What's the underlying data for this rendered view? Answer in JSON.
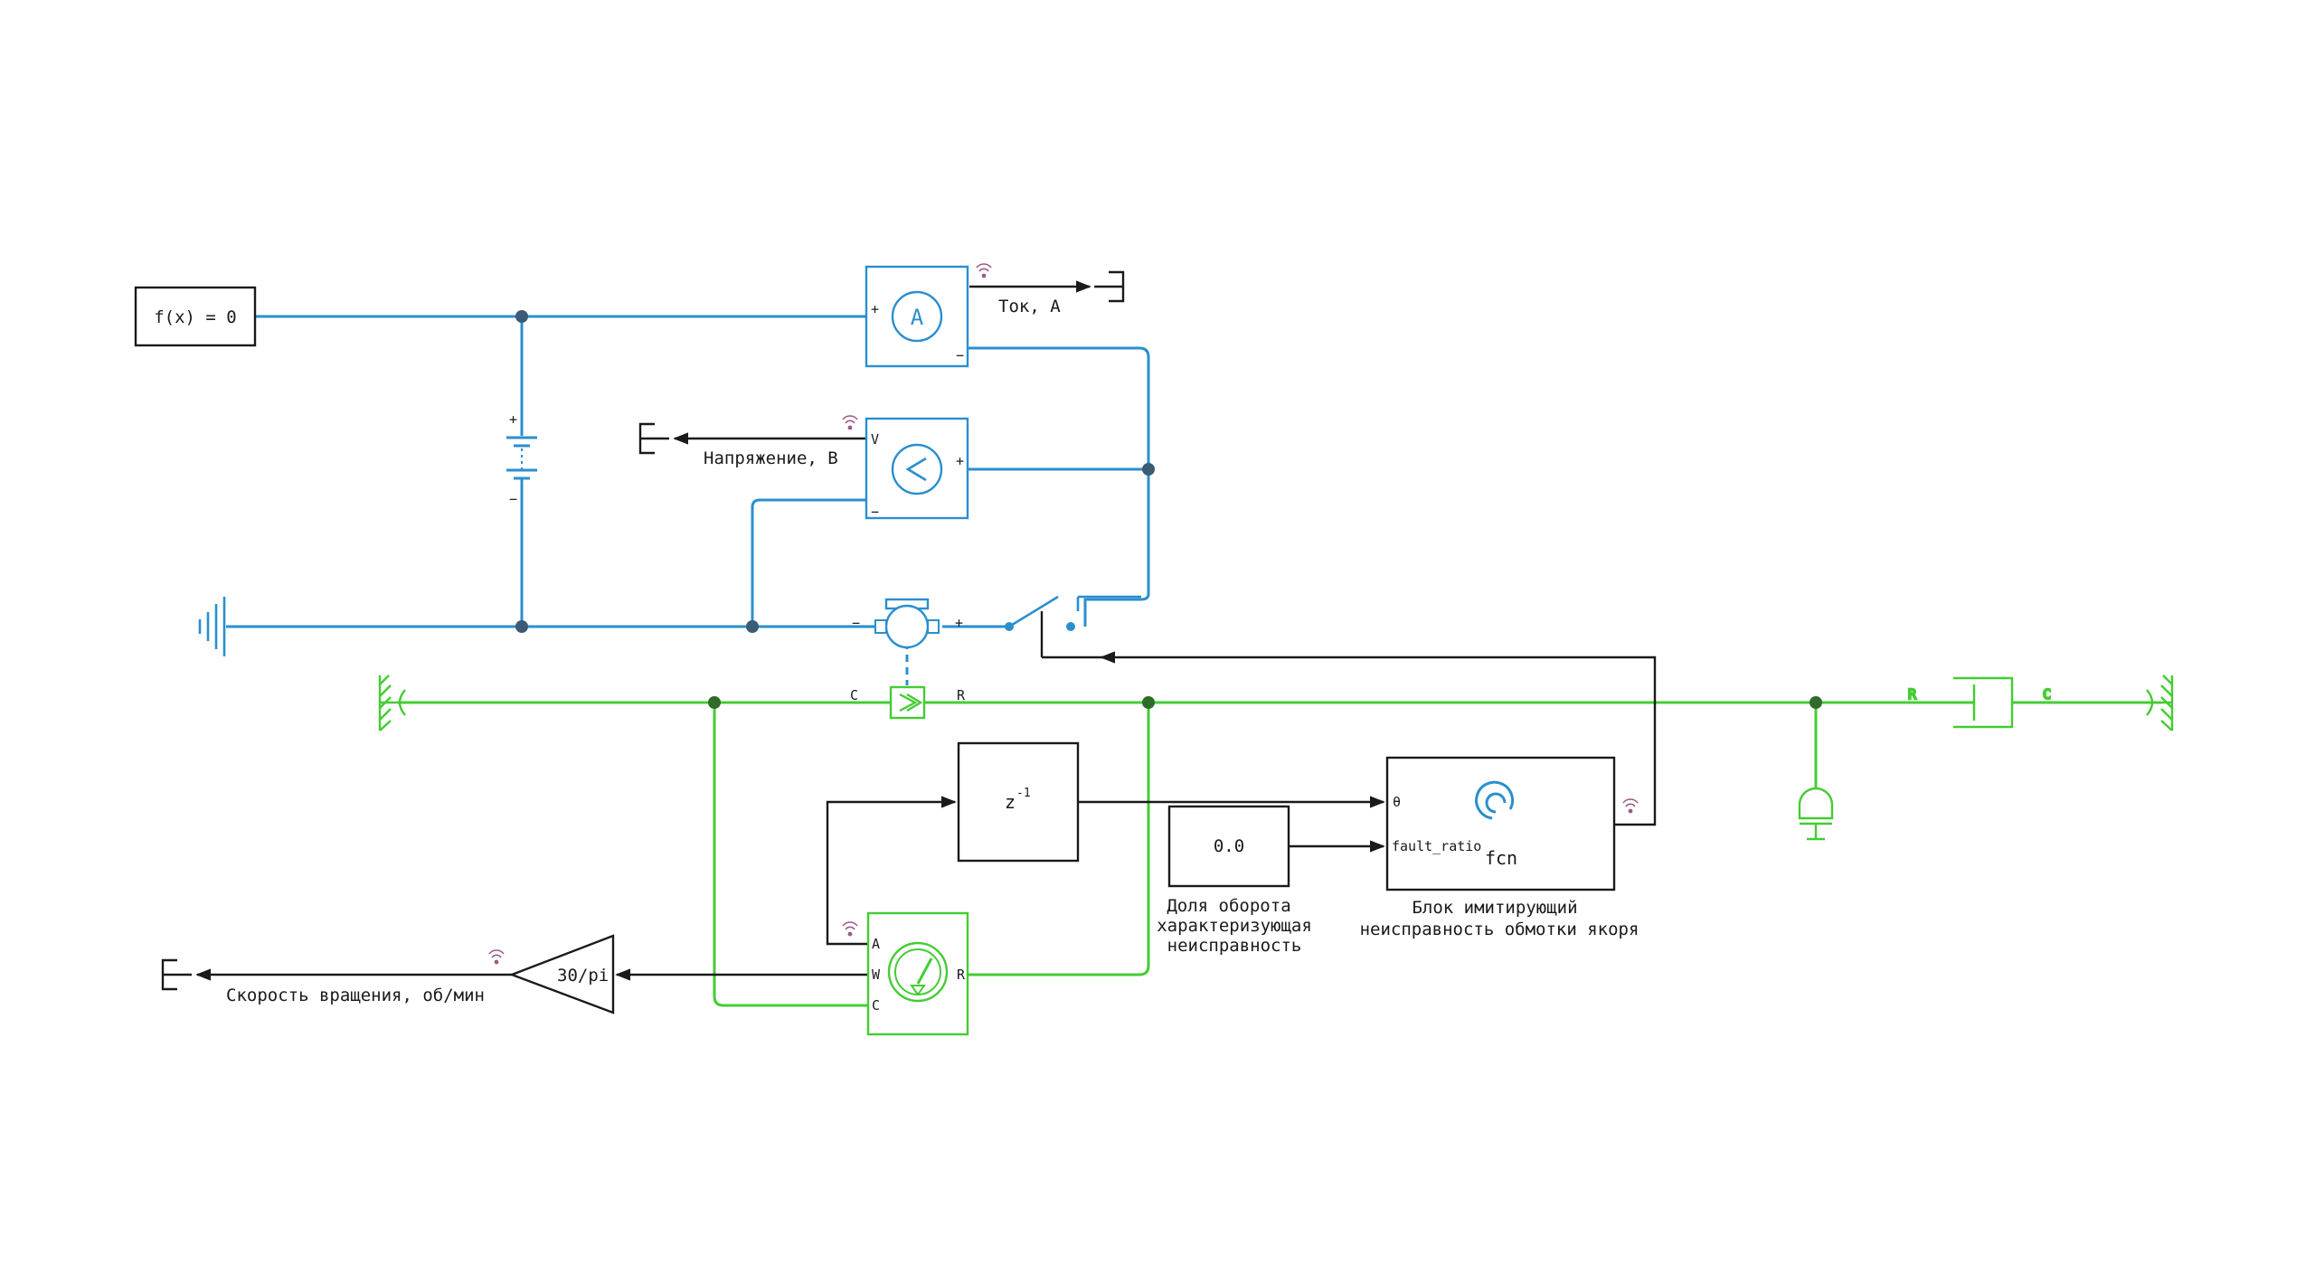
{
  "colors": {
    "electrical": "#2a8fcf",
    "mechanical": "#44cc33",
    "signal": "#1a1a1a",
    "log_icon": "#9a5a8a"
  },
  "blocks": {
    "solver": {
      "label": "f(x) = 0"
    },
    "ammeter": {
      "symbol": "A",
      "port_plus": "+",
      "port_minus": "−"
    },
    "voltmeter": {
      "symbol": "V",
      "port_plus": "+",
      "port_minus": "−",
      "port_v": "V"
    },
    "battery": {
      "plus": "+",
      "minus": "−"
    },
    "motor": {
      "port_minus": "−",
      "port_plus": "+"
    },
    "rotational_sensor": {
      "port_c": "C",
      "port_r": "R"
    },
    "delay": {
      "label": "z",
      "exponent": "-1"
    },
    "constant": {
      "value": "0.0"
    },
    "fcn": {
      "port_theta": "θ",
      "port_fault": "fault_ratio",
      "label": "fcn"
    },
    "motion_sensor": {
      "port_a": "A",
      "port_w": "W",
      "port_c": "C",
      "port_r": "R"
    },
    "gain": {
      "label": "30/pi"
    },
    "damper": {
      "port_r": "R",
      "port_c": "C"
    }
  },
  "labels": {
    "current": "Ток, А",
    "voltage": "Напряжение, В",
    "speed": "Скорость вращения, об/мин",
    "fault_fraction": [
      "Доля оборота",
      "характеризующая",
      "неисправность"
    ],
    "fault_block": [
      "Блок имитирующий",
      "неисправность обмотки якоря"
    ]
  }
}
